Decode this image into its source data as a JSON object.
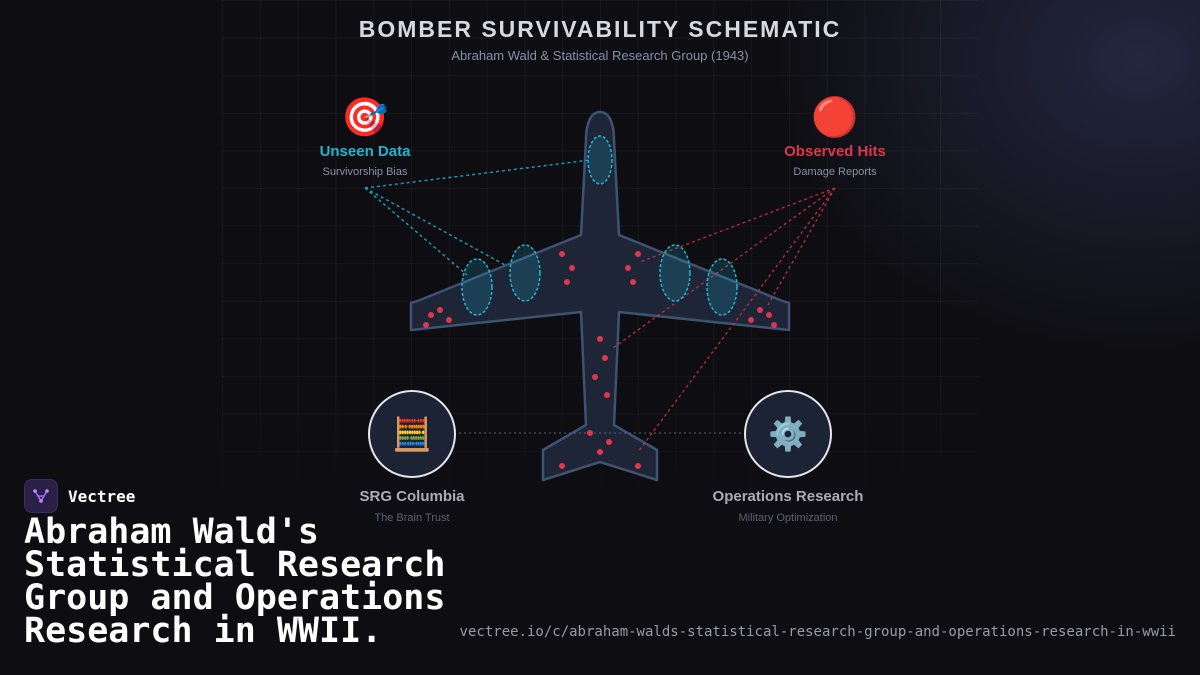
{
  "header": {
    "title": "BOMBER SURVIVABILITY SCHEMATIC",
    "subtitle": "Abraham Wald & Statistical Research Group (1943)"
  },
  "nodes": {
    "unseen": {
      "icon": "🎯",
      "icon_name": "target-icon",
      "label": "Unseen Data",
      "sub": "Survivorship Bias",
      "color": "#22b5d3"
    },
    "observed": {
      "icon": "🔴",
      "icon_name": "red-circle-icon",
      "label": "Observed Hits",
      "sub": "Damage Reports",
      "color": "#e0364d"
    },
    "srg": {
      "icon": "🧮",
      "icon_name": "abacus-icon",
      "label": "SRG Columbia",
      "sub": "The Brain Trust"
    },
    "ops": {
      "icon": "⚙️",
      "icon_name": "gear-icon",
      "label": "Operations Research",
      "sub": "Military Optimization"
    }
  },
  "colors": {
    "plane_fill": "#1d2537",
    "plane_stroke": "#3e5272",
    "engine": "#22b5d3",
    "hit": "#e0364d"
  },
  "brand": {
    "name": "Vectree",
    "logo_icon": "vectree-logo-icon"
  },
  "headline": "Abraham Wald's Statistical Research Group and Operations Research in WWII.",
  "url": "vectree.io/c/abraham-walds-statistical-research-group-and-operations-research-in-wwii"
}
